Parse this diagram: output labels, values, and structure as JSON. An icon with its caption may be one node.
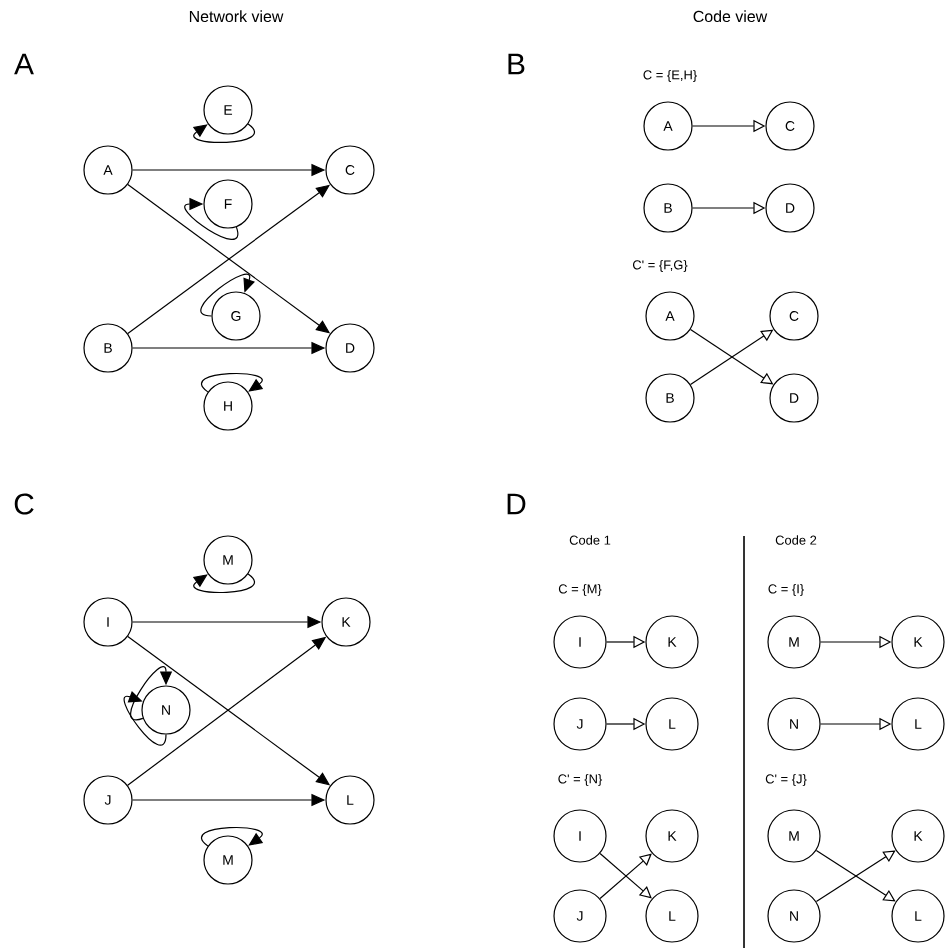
{
  "diagram": {
    "nodes": [
      {
        "text": [
          "E"
        ]
      },
      {
        "text": [
          "A"
        ]
      },
      {
        "text": [
          "C"
        ]
      },
      {
        "text": [
          "F"
        ]
      },
      {
        "text": [
          "G"
        ]
      },
      {
        "text": [
          "B"
        ]
      },
      {
        "text": [
          "D"
        ]
      },
      {
        "text": [
          "H"
        ]
      },
      {
        "text": [
          "A"
        ]
      },
      {
        "text": [
          "C"
        ]
      },
      {
        "text": [
          "B"
        ]
      },
      {
        "text": [
          "D"
        ]
      },
      {
        "text": [
          "A"
        ]
      },
      {
        "text": [
          "C"
        ]
      },
      {
        "text": [
          "B"
        ]
      },
      {
        "text": [
          "D"
        ]
      },
      {
        "text": [
          "M"
        ]
      },
      {
        "text": [
          "I"
        ]
      },
      {
        "text": [
          "K"
        ]
      },
      {
        "text": [
          "N"
        ]
      },
      {
        "text": [
          "J"
        ]
      },
      {
        "text": [
          "L"
        ]
      },
      {
        "text": [
          "M"
        ]
      },
      {
        "text": [
          "I"
        ]
      },
      {
        "text": [
          "K"
        ]
      },
      {
        "text": [
          "J"
        ]
      },
      {
        "text": [
          "L"
        ]
      },
      {
        "text": [
          "I"
        ]
      },
      {
        "text": [
          "K"
        ]
      },
      {
        "text": [
          "J"
        ]
      },
      {
        "text": [
          "L"
        ]
      },
      {
        "text": [
          "M"
        ]
      },
      {
        "text": [
          "K"
        ]
      },
      {
        "text": [
          "N"
        ]
      },
      {
        "text": [
          "L"
        ]
      },
      {
        "text": [
          "M"
        ]
      },
      {
        "text": [
          "K"
        ]
      },
      {
        "text": [
          "N"
        ]
      },
      {
        "text": [
          "L"
        ]
      }
    ],
    "edges": [
      {
        "from": 1,
        "to": 2,
        "arrow": "to"
      },
      {
        "from": 1,
        "to": 6,
        "arrow": "to"
      },
      {
        "from": 5,
        "to": 2,
        "arrow": "to"
      },
      {
        "from": 5,
        "to": 6,
        "arrow": "to"
      },
      {
        "from": 0,
        "to": 0,
        "arrow": "to"
      },
      {
        "from": 3,
        "to": 3,
        "arrow": "to"
      },
      {
        "from": 4,
        "to": 4,
        "arrow": "to"
      },
      {
        "from": 7,
        "to": 7,
        "arrow": "to"
      },
      {
        "from": 8,
        "to": 9,
        "arrow": "to"
      },
      {
        "from": 10,
        "to": 11,
        "arrow": "to"
      },
      {
        "from": 12,
        "to": 15,
        "arrow": "to"
      },
      {
        "from": 14,
        "to": 13,
        "arrow": "to"
      },
      {
        "from": 17,
        "to": 18,
        "arrow": "to"
      },
      {
        "from": 17,
        "to": 21,
        "arrow": "to"
      },
      {
        "from": 20,
        "to": 18,
        "arrow": "to"
      },
      {
        "from": 20,
        "to": 21,
        "arrow": "to"
      },
      {
        "from": 16,
        "to": 16,
        "arrow": "to"
      },
      {
        "from": 19,
        "to": 19,
        "arrow": "to"
      },
      {
        "from": 19,
        "to": 19,
        "arrow": "to"
      },
      {
        "from": 22,
        "to": 22,
        "arrow": "to"
      },
      {
        "from": 23,
        "to": 24,
        "arrow": "to"
      },
      {
        "from": 25,
        "to": 26,
        "arrow": "to"
      },
      {
        "from": 27,
        "to": 30,
        "arrow": "to"
      },
      {
        "from": 29,
        "to": 28,
        "arrow": "to"
      },
      {
        "from": 31,
        "to": 32,
        "arrow": "to"
      },
      {
        "from": 33,
        "to": 34,
        "arrow": "to"
      },
      {
        "from": 35,
        "to": 38,
        "arrow": "to"
      },
      {
        "from": 37,
        "to": 36,
        "arrow": "to"
      }
    ],
    "labels": [
      "Network view",
      "Code view",
      "A",
      "B",
      "C = {E,H}",
      "C' = {F,G}",
      "C",
      "D",
      "Code 1",
      "Code 2",
      "C = {M}",
      "C = {I}",
      "C' = {N}",
      "C' = {J}"
    ]
  }
}
